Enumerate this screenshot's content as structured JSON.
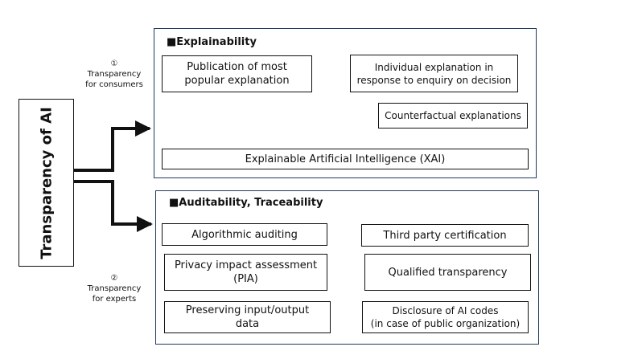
{
  "main": {
    "label": "Transparency of AI"
  },
  "annotations": {
    "consumers": {
      "number": "①",
      "line1": "Transparency",
      "line2": "for consumers"
    },
    "experts": {
      "number": "②",
      "line1": "Transparency",
      "line2": "for experts"
    }
  },
  "explainability": {
    "title": "■Explainability",
    "popular_explanation": {
      "line1": "Publication of most",
      "line2": "popular explanation"
    },
    "individual_explanation": {
      "line1": "Individual explanation in",
      "line2": "response to enquiry on decision"
    },
    "counterfactual": "Counterfactual explanations",
    "xai": "Explainable Artificial Intelligence (XAI)"
  },
  "auditability": {
    "title": "■Auditability, Traceability",
    "algorithmic_auditing": "Algorithmic auditing",
    "third_party": "Third party certification",
    "pia": {
      "line1": "Privacy impact assessment",
      "line2": "(PIA)"
    },
    "qualified_transparency": "Qualified transparency",
    "preserving": {
      "line1": "Preserving input/output",
      "line2": "data"
    },
    "disclosure": {
      "line1": "Disclosure of AI codes",
      "line2": "(in case of public organization)"
    }
  },
  "colors": {
    "panel_border": "#1f3b5c",
    "connector_thin": "#4a72a8",
    "text": "#111111"
  }
}
